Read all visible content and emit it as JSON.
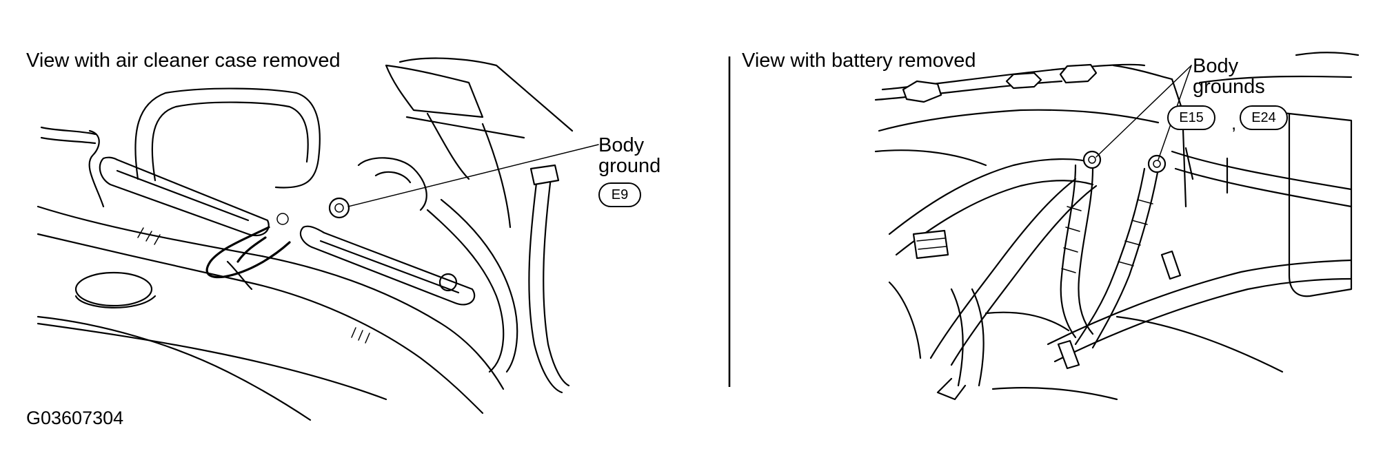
{
  "left_view": {
    "caption": "View with air cleaner case removed",
    "callout_line1": "Body",
    "callout_line2": "ground",
    "connector": "E9"
  },
  "right_view": {
    "caption": "View with battery removed",
    "callout_line1": "Body",
    "callout_line2": "grounds",
    "connector_a": "E15",
    "separator": ",",
    "connector_b": "E24"
  },
  "figure_id": "G03607304"
}
